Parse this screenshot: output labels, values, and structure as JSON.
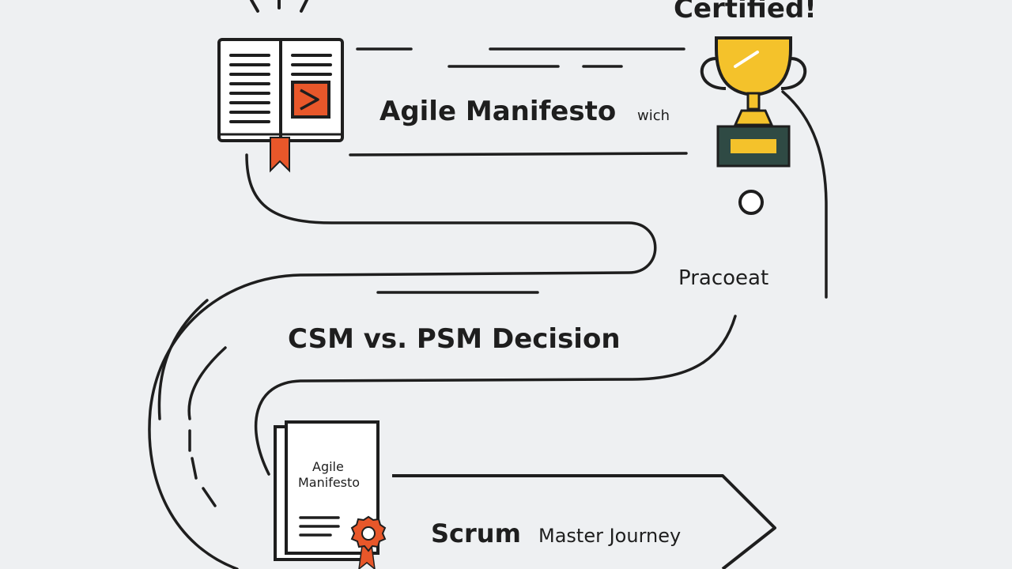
{
  "header": {
    "certified": "Certified!"
  },
  "nodes": {
    "manifesto": {
      "title": "Agile Manifesto",
      "suffix": "wich"
    },
    "practical": {
      "label": "Pracoeat"
    },
    "decision": {
      "label": "CSM vs. PSM Decision"
    },
    "journey": {
      "main": "Scrum",
      "rest": "Master Journey"
    },
    "guidebook": {
      "line1": "Agile",
      "line2": "Manifesto"
    }
  },
  "colors": {
    "ink": "#1e1e1e",
    "accent_orange": "#e8572a",
    "trophy_gold": "#f4c22b",
    "trophy_base": "#2f4a44",
    "background": "#eef0f2"
  },
  "icons": [
    "open-book-icon",
    "play-icon",
    "bookmark-icon",
    "trophy-icon",
    "guidebook-icon",
    "certificate-badge-icon",
    "waypoint-circle-icon"
  ]
}
